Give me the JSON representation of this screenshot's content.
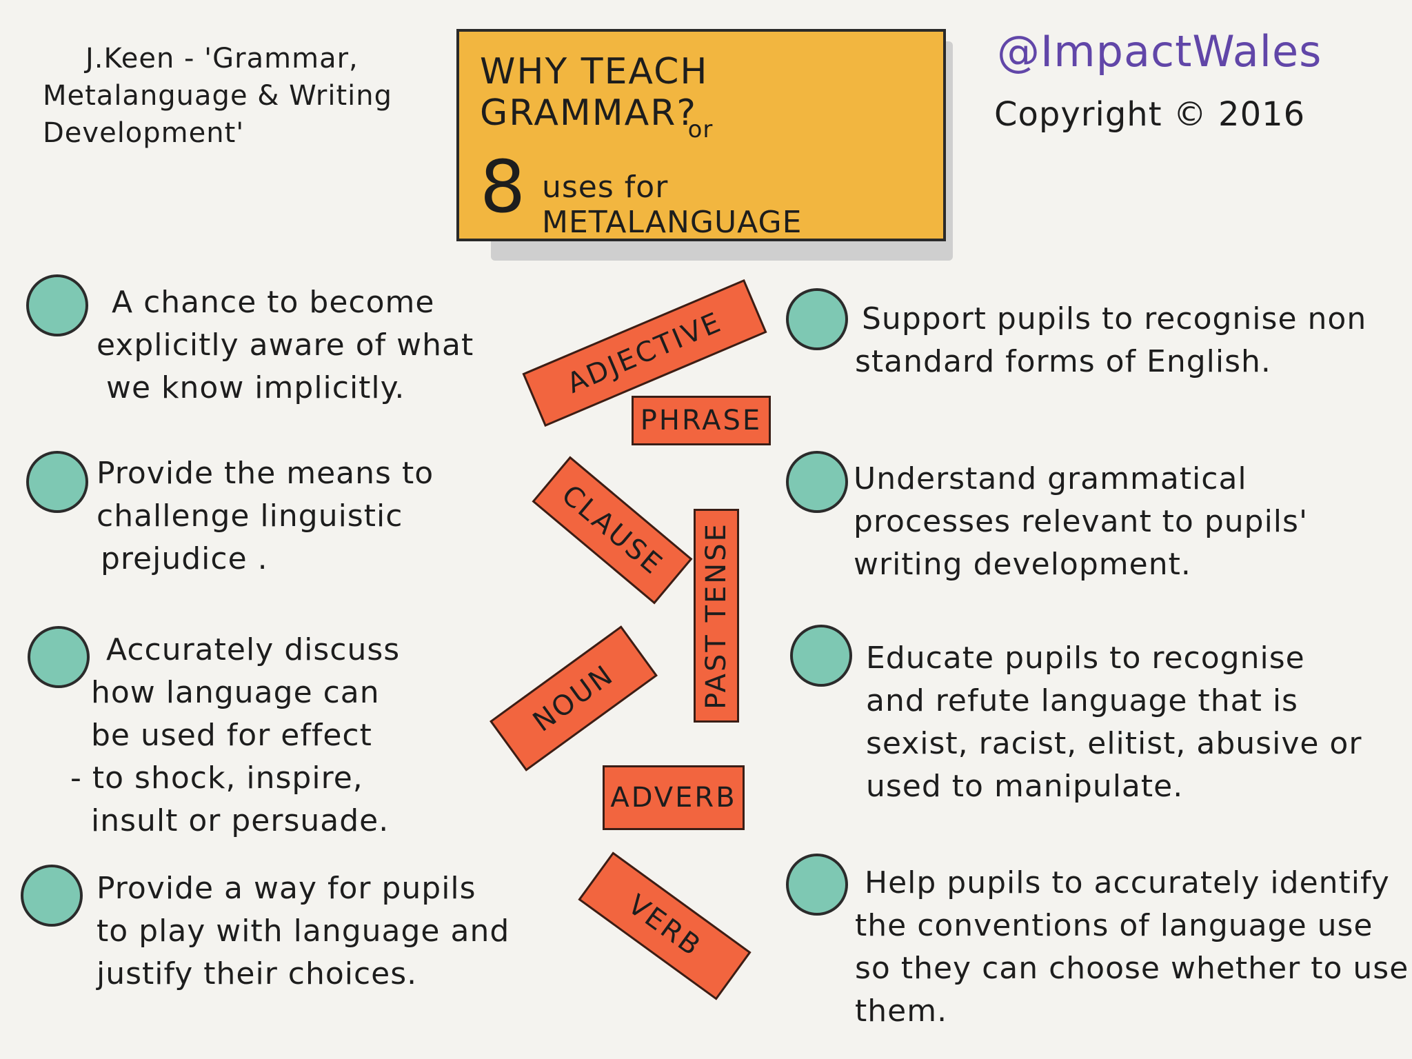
{
  "reference": {
    "line1": "J.Keen - 'Grammar,",
    "line2": "Metalanguage & Writing",
    "line3": "Development'"
  },
  "title": {
    "line1": "WHY TEACH GRAMMAR?",
    "or": "or",
    "number": "8",
    "line3": "uses for METALANGUAGE"
  },
  "handle": "@ImpactWales",
  "copyright": "Copyright © 2016",
  "colors": {
    "background": "#f4f3ef",
    "title_box": "#f2b640",
    "bullet": "#7ec8b3",
    "tag": "#f2653f",
    "handle": "#6146a8"
  },
  "left_items": [
    {
      "lines": [
        "A chance to become",
        "explicitly aware of what",
        "we know implicitly."
      ]
    },
    {
      "lines": [
        "Provide the means to",
        "challenge linguistic",
        "prejudice ."
      ]
    },
    {
      "lines": [
        "Accurately discuss",
        "how language can",
        "be used for effect",
        "- to shock, inspire,",
        "insult or persuade."
      ]
    },
    {
      "lines": [
        "Provide a way for pupils",
        "to play with language and",
        "justify their choices."
      ]
    }
  ],
  "right_items": [
    {
      "lines": [
        "Support pupils to recognise non",
        "standard forms of English."
      ]
    },
    {
      "lines": [
        "Understand grammatical",
        "processes relevant to pupils'",
        "writing development."
      ]
    },
    {
      "lines": [
        "Educate pupils to recognise",
        "and refute language that is",
        "sexist, racist, elitist, abusive or",
        "used to manipulate."
      ]
    },
    {
      "lines": [
        "Help pupils to accurately identify",
        "the conventions of language use",
        "so they can choose whether to use",
        "them."
      ]
    }
  ],
  "tags": {
    "adjective": "ADJECTIVE",
    "phrase": "PHRASE",
    "clause": "CLAUSE",
    "past_tense": "PAST TENSE",
    "noun": "NOUN",
    "adverb": "ADVERB",
    "verb": "VERB"
  }
}
